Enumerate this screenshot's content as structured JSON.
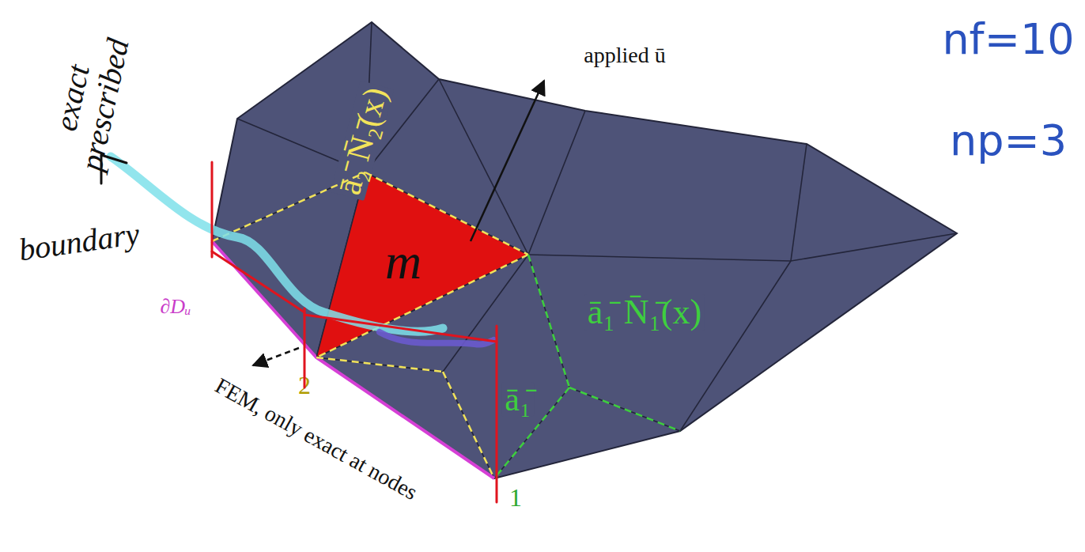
{
  "diagram": {
    "nodes": [
      {
        "text": [
          "m"
        ]
      }
    ],
    "labels": [
      "applied ū",
      "ā₂̄ N̄₂̄(x)",
      "∂Dᵤ",
      "ā₁̄ N̄₁̄(x)",
      "ā₁̄",
      "2",
      "1",
      "FEM, only exact at nodes",
      "exact prescribed",
      "boundary",
      "nf=10",
      "np=3"
    ]
  }
}
